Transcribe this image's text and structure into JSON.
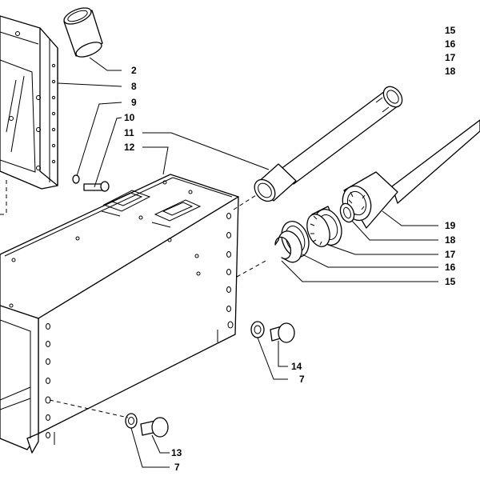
{
  "diagram": {
    "callouts": [
      {
        "id": "c-2",
        "label": "2"
      },
      {
        "id": "c-8",
        "label": "8"
      },
      {
        "id": "c-9",
        "label": "9"
      },
      {
        "id": "c-10",
        "label": "10"
      },
      {
        "id": "c-11",
        "label": "11"
      },
      {
        "id": "c-12",
        "label": "12"
      },
      {
        "id": "c-15-top",
        "label": "15"
      },
      {
        "id": "c-16-top",
        "label": "16"
      },
      {
        "id": "c-17-top",
        "label": "17"
      },
      {
        "id": "c-18-top",
        "label": "18"
      },
      {
        "id": "c-19",
        "label": "19"
      },
      {
        "id": "c-18",
        "label": "18"
      },
      {
        "id": "c-17",
        "label": "17"
      },
      {
        "id": "c-16",
        "label": "16"
      },
      {
        "id": "c-15",
        "label": "15"
      },
      {
        "id": "c-14",
        "label": "14"
      },
      {
        "id": "c-7-upper",
        "label": "7"
      },
      {
        "id": "c-13",
        "label": "13"
      },
      {
        "id": "c-7-lower",
        "label": "7"
      }
    ]
  }
}
